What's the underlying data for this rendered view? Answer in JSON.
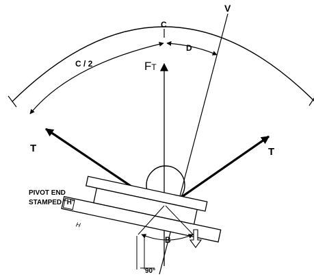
{
  "labels": {
    "c": "C",
    "v": "V",
    "c_half": "C / 2",
    "d": "D",
    "ft_main": "F",
    "ft_sub": "T",
    "t_left": "T",
    "t_right": "T",
    "pivot_line1": "PIVOT END",
    "pivot_line2": "STAMPED \"H\"",
    "h_mark": "H",
    "b": "B",
    "angle_90": "90°"
  }
}
